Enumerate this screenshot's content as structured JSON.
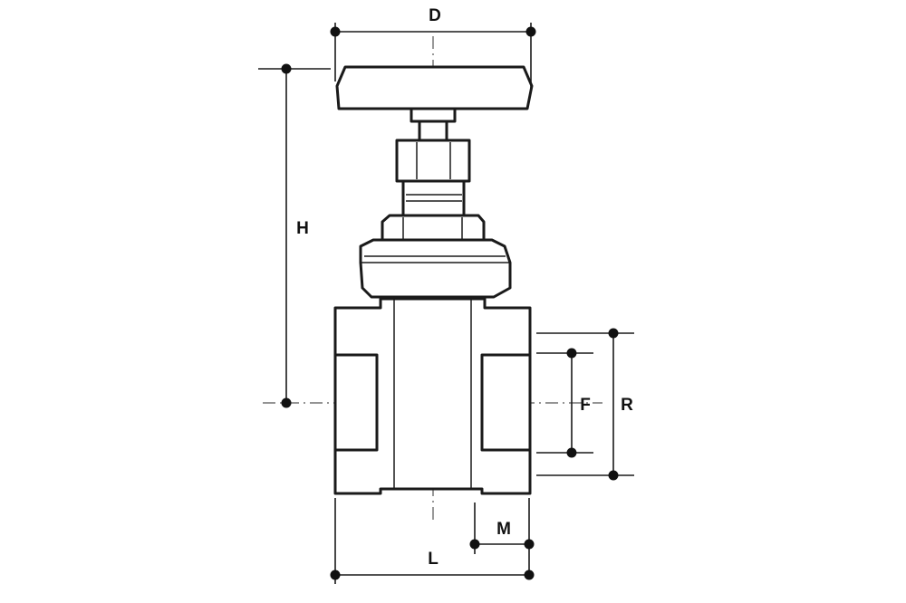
{
  "diagram": {
    "dimensions": {
      "D": "D",
      "H": "H",
      "F": "F",
      "R": "R",
      "M": "M",
      "L": "L"
    }
  }
}
